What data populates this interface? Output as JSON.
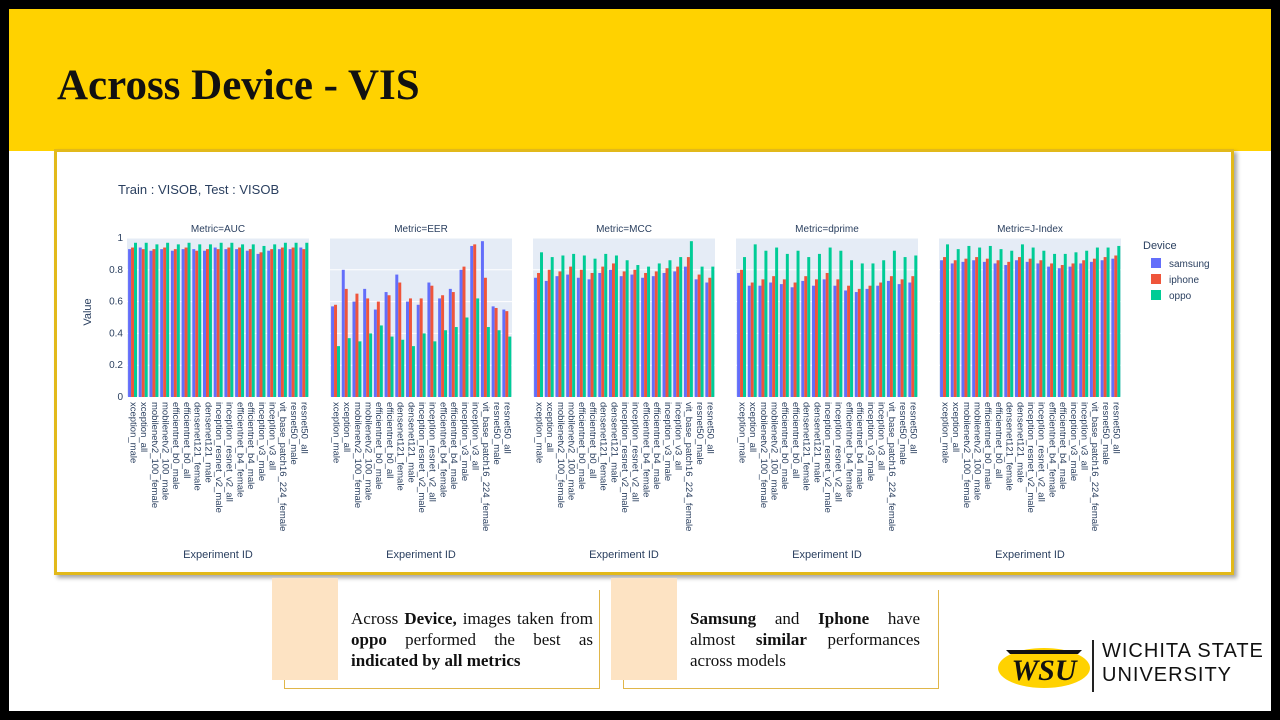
{
  "slide": {
    "title": "Across Device - VIS"
  },
  "chart_data": {
    "type": "bar",
    "title": "Train : VISOB, Test : VISOB",
    "ylabel": "Value",
    "xlabel": "Experiment ID",
    "ylim": [
      0,
      1
    ],
    "yticks": [
      0,
      0.2,
      0.4,
      0.6,
      0.8,
      1
    ],
    "legend_title": "Device",
    "legend_position": "right",
    "colors": {
      "samsung": "#636efa",
      "iphone": "#ef553b",
      "oppo": "#00cc96",
      "plot_bg": "#e5ecf6"
    },
    "categories": [
      "xception_male",
      "xception_all",
      "mobilenetv2_100_female",
      "mobilenetv2_100_male",
      "efficientnet_b0_male",
      "efficientnet_b0_all",
      "densenet121_female",
      "densenet121_male",
      "inception_resnet_v2_male",
      "inception_resnet_v2_all",
      "efficientnet_b4_female",
      "efficientnet_b4_male",
      "inception_v3_male",
      "inception_v3_all",
      "vit_base_patch16_224_female",
      "resnet50_male",
      "resnet50_all"
    ],
    "panels": [
      {
        "metric": "Metric=AUC",
        "series": [
          {
            "name": "samsung",
            "values": [
              0.93,
              0.94,
              0.92,
              0.93,
              0.92,
              0.93,
              0.93,
              0.92,
              0.94,
              0.93,
              0.93,
              0.92,
              0.9,
              0.92,
              0.93,
              0.93,
              0.94
            ]
          },
          {
            "name": "iphone",
            "values": [
              0.94,
              0.93,
              0.93,
              0.94,
              0.93,
              0.94,
              0.92,
              0.93,
              0.93,
              0.94,
              0.94,
              0.93,
              0.91,
              0.93,
              0.94,
              0.94,
              0.93
            ]
          },
          {
            "name": "oppo",
            "values": [
              0.97,
              0.97,
              0.96,
              0.97,
              0.96,
              0.97,
              0.96,
              0.96,
              0.97,
              0.97,
              0.96,
              0.96,
              0.95,
              0.96,
              0.97,
              0.97,
              0.97
            ]
          }
        ]
      },
      {
        "metric": "Metric=EER",
        "series": [
          {
            "name": "samsung",
            "values": [
              0.57,
              0.8,
              0.6,
              0.68,
              0.55,
              0.66,
              0.77,
              0.6,
              0.58,
              0.72,
              0.62,
              0.68,
              0.8,
              0.95,
              0.98,
              0.57,
              0.55
            ]
          },
          {
            "name": "iphone",
            "values": [
              0.58,
              0.68,
              0.65,
              0.62,
              0.6,
              0.64,
              0.72,
              0.62,
              0.62,
              0.7,
              0.64,
              0.66,
              0.82,
              0.96,
              0.75,
              0.56,
              0.54
            ]
          },
          {
            "name": "oppo",
            "values": [
              0.32,
              0.37,
              0.35,
              0.4,
              0.45,
              0.38,
              0.36,
              0.32,
              0.4,
              0.35,
              0.42,
              0.44,
              0.5,
              0.62,
              0.44,
              0.42,
              0.38
            ]
          }
        ]
      },
      {
        "metric": "Metric=MCC",
        "series": [
          {
            "name": "samsung",
            "values": [
              0.75,
              0.73,
              0.76,
              0.77,
              0.75,
              0.74,
              0.78,
              0.8,
              0.76,
              0.77,
              0.75,
              0.76,
              0.78,
              0.79,
              0.82,
              0.74,
              0.72
            ]
          },
          {
            "name": "iphone",
            "values": [
              0.78,
              0.8,
              0.79,
              0.82,
              0.8,
              0.78,
              0.82,
              0.84,
              0.79,
              0.8,
              0.78,
              0.79,
              0.81,
              0.82,
              0.88,
              0.77,
              0.75
            ]
          },
          {
            "name": "oppo",
            "values": [
              0.91,
              0.88,
              0.89,
              0.9,
              0.89,
              0.87,
              0.9,
              0.89,
              0.86,
              0.83,
              0.82,
              0.84,
              0.86,
              0.88,
              0.98,
              0.82,
              0.82
            ]
          }
        ]
      },
      {
        "metric": "Metric=dprime",
        "series": [
          {
            "name": "samsung",
            "values": [
              0.78,
              0.7,
              0.7,
              0.72,
              0.71,
              0.69,
              0.73,
              0.7,
              0.74,
              0.7,
              0.67,
              0.66,
              0.68,
              0.7,
              0.73,
              0.71,
              0.72
            ]
          },
          {
            "name": "iphone",
            "values": [
              0.8,
              0.72,
              0.74,
              0.76,
              0.74,
              0.72,
              0.76,
              0.74,
              0.78,
              0.74,
              0.7,
              0.68,
              0.7,
              0.72,
              0.76,
              0.74,
              0.76
            ]
          },
          {
            "name": "oppo",
            "values": [
              0.88,
              0.96,
              0.92,
              0.94,
              0.9,
              0.92,
              0.88,
              0.9,
              0.94,
              0.92,
              0.86,
              0.84,
              0.84,
              0.86,
              0.92,
              0.88,
              0.89
            ]
          }
        ]
      },
      {
        "metric": "Metric=J-Index",
        "series": [
          {
            "name": "samsung",
            "values": [
              0.86,
              0.84,
              0.85,
              0.86,
              0.85,
              0.84,
              0.83,
              0.86,
              0.85,
              0.84,
              0.82,
              0.81,
              0.82,
              0.84,
              0.85,
              0.86,
              0.87
            ]
          },
          {
            "name": "iphone",
            "values": [
              0.88,
              0.86,
              0.87,
              0.88,
              0.87,
              0.86,
              0.85,
              0.88,
              0.87,
              0.86,
              0.84,
              0.83,
              0.84,
              0.86,
              0.87,
              0.88,
              0.89
            ]
          },
          {
            "name": "oppo",
            "values": [
              0.96,
              0.93,
              0.95,
              0.94,
              0.95,
              0.93,
              0.92,
              0.96,
              0.94,
              0.92,
              0.9,
              0.9,
              0.91,
              0.92,
              0.94,
              0.94,
              0.95
            ]
          }
        ]
      }
    ]
  },
  "callouts": [
    {
      "pre": "Across ",
      "b1": "Device,",
      "mid1": " images taken from ",
      "b2": "oppo",
      "mid2": " performed the best as ",
      "b3": "indicated by all metrics"
    },
    {
      "b1": "Samsung",
      "mid1": " and ",
      "b2": "Iphone",
      "mid2": " have almost ",
      "b3": "similar",
      "post": " performances across models"
    }
  ],
  "logo": {
    "line1": "WICHITA STATE",
    "line2": "UNIVERSITY",
    "mark": "WSU"
  }
}
